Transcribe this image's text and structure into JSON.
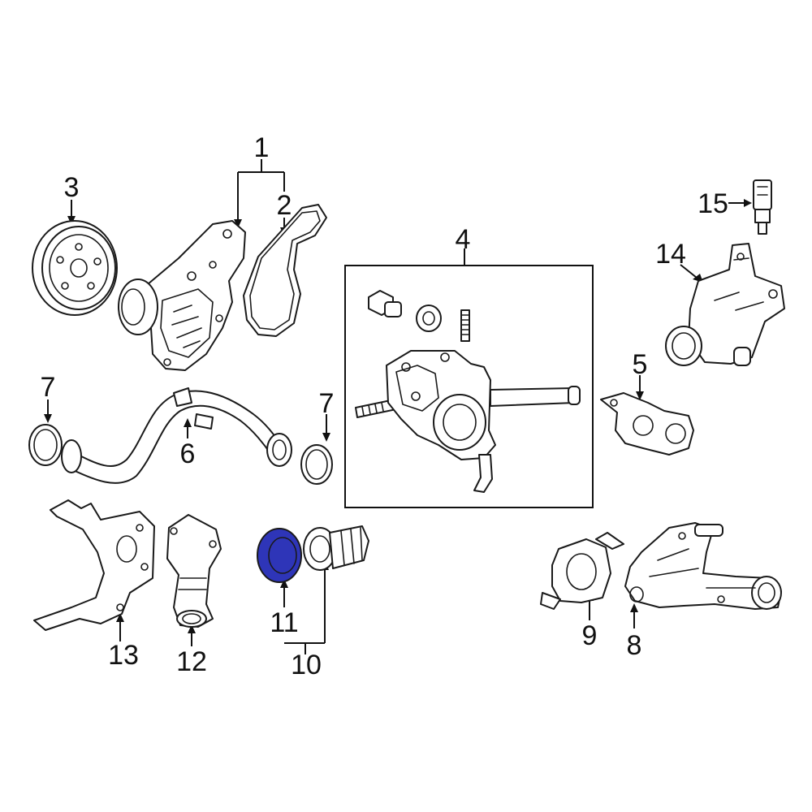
{
  "diagram": {
    "highlight_color": "#2e35b8",
    "callouts": {
      "c1": "1",
      "c2": "2",
      "c3": "3",
      "c4": "4",
      "c5": "5",
      "c6": "6",
      "c7a": "7",
      "c7b": "7",
      "c8": "8",
      "c9": "9",
      "c10": "10",
      "c11": "11",
      "c12": "12",
      "c13": "13",
      "c14": "14",
      "c15": "15"
    },
    "highlighted_part": "11"
  }
}
